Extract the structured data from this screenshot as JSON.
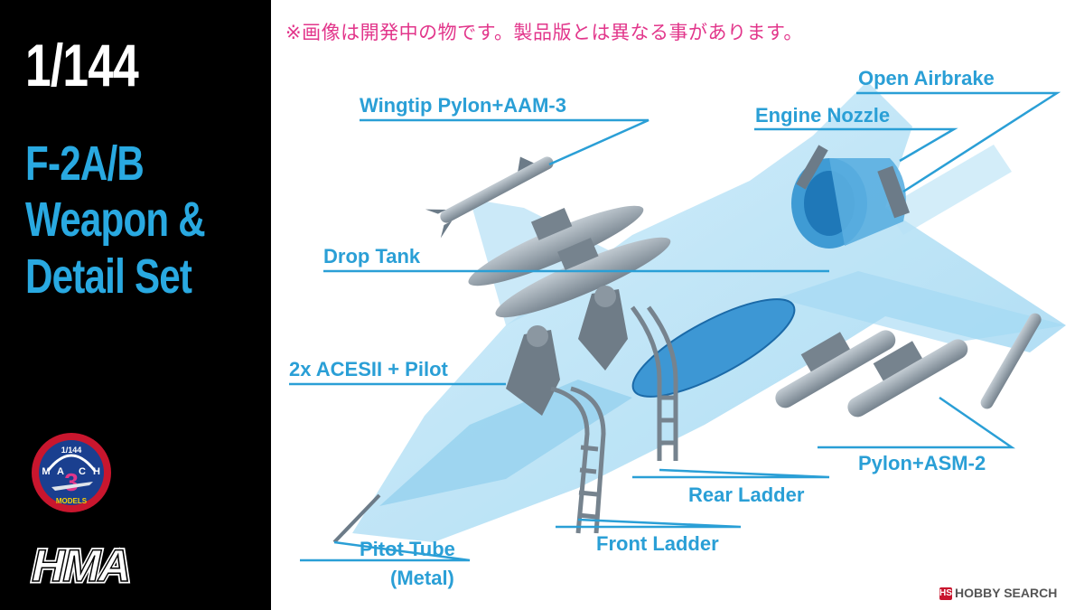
{
  "title": {
    "scale": "1/144",
    "model": "F-2A/B",
    "line2": "Weapon &",
    "line3": "Detail Set"
  },
  "disclaimer": "※画像は開発中の物です。製品版とは異なる事があります。",
  "callouts": {
    "open_airbrake": "Open Airbrake",
    "engine_nozzle": "Engine Nozzle",
    "wingtip_pylon": "Wingtip Pylon+AAM-3",
    "drop_tank": "Drop Tank",
    "acesii": "2x ACESII + Pilot",
    "pylon_asm2": "Pylon+ASM-2",
    "rear_ladder": "Rear Ladder",
    "front_ladder": "Front Ladder",
    "pitot_line1": "Pitot Tube",
    "pitot_line2": "(Metal)"
  },
  "logos": {
    "mach_scale": "1/144",
    "mach_letters": [
      "M",
      "A",
      "C",
      "H"
    ],
    "mach_numeral": "3",
    "mach_sub": "MODELS",
    "hma": "HMA"
  },
  "watermark": {
    "badge": "HS",
    "text": "HOBBY SEARCH"
  },
  "colors": {
    "accent": "#2a9fd6",
    "title_blue": "#29a9e1",
    "disclaimer": "#e2368b",
    "panel": "#000000",
    "part_gray": "#8e9aa4"
  }
}
